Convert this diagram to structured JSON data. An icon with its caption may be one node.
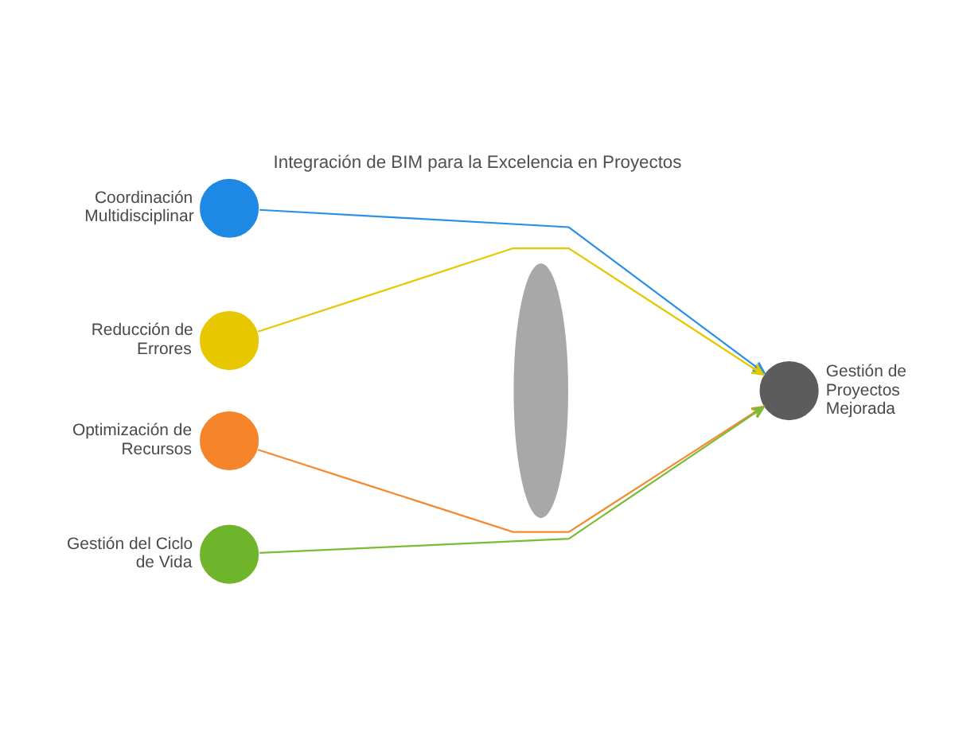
{
  "diagram": {
    "title": "Integración de BIM para la Excelencia en Proyectos",
    "nodes": [
      {
        "text": [],
        "shape": "circle",
        "beside": [
          "Coordinación Multidisciplinar"
        ]
      },
      {
        "text": [],
        "shape": "circle",
        "beside": [
          "Reducción de Errores"
        ]
      },
      {
        "text": [],
        "shape": "circle",
        "beside": [
          "Optimización de Recursos"
        ]
      },
      {
        "text": [],
        "shape": "circle",
        "beside": [
          "Gestión del Ciclo de Vida"
        ]
      },
      {
        "text": [],
        "shape": "lens"
      },
      {
        "text": [],
        "shape": "circle",
        "beside": [
          "Gestión de Proyectos Mejorada"
        ]
      }
    ],
    "edges": [
      {
        "from": 0,
        "to": 5,
        "arrow": "to",
        "color": "#2b8fe6"
      },
      {
        "from": 1,
        "to": 5,
        "arrow": "to",
        "color": "#e6c800"
      },
      {
        "from": 2,
        "to": 5,
        "arrow": "to",
        "color": "#f58a30"
      },
      {
        "from": 3,
        "to": 5,
        "arrow": "to",
        "color": "#7abc34"
      }
    ]
  }
}
